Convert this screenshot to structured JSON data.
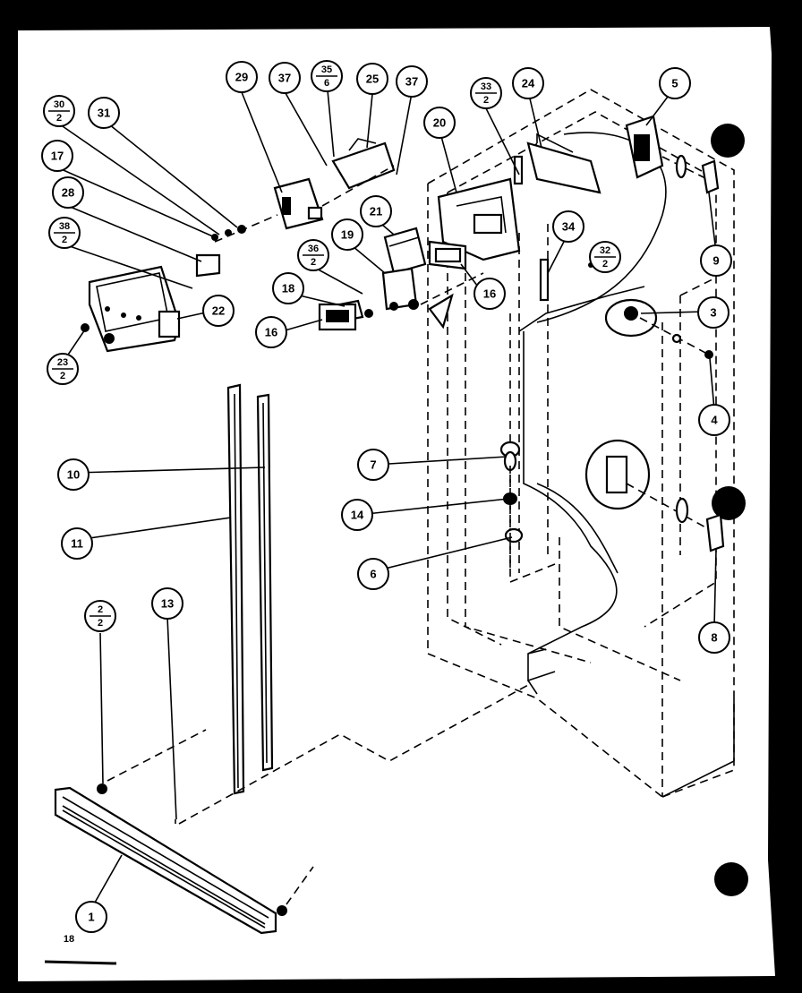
{
  "diagram": {
    "corner_label": "18",
    "callouts": [
      {
        "id": "c29",
        "text": "29"
      },
      {
        "id": "c37a",
        "text": "37"
      },
      {
        "id": "c35",
        "num": "35",
        "den": "6"
      },
      {
        "id": "c25",
        "text": "25"
      },
      {
        "id": "c37b",
        "text": "37"
      },
      {
        "id": "c30",
        "num": "30",
        "den": "2"
      },
      {
        "id": "c31",
        "text": "31"
      },
      {
        "id": "c17",
        "text": "17"
      },
      {
        "id": "c28",
        "text": "28"
      },
      {
        "id": "c38",
        "num": "38",
        "den": "2"
      },
      {
        "id": "c22",
        "text": "22"
      },
      {
        "id": "c23",
        "num": "23",
        "den": "2"
      },
      {
        "id": "c33",
        "num": "33",
        "den": "2"
      },
      {
        "id": "c24",
        "text": "24"
      },
      {
        "id": "c20",
        "text": "20"
      },
      {
        "id": "c5",
        "text": "5"
      },
      {
        "id": "c21",
        "text": "21"
      },
      {
        "id": "c19",
        "text": "19"
      },
      {
        "id": "c36",
        "num": "36",
        "den": "2"
      },
      {
        "id": "c18",
        "text": "18"
      },
      {
        "id": "c16a",
        "text": "16"
      },
      {
        "id": "c16b",
        "text": "16"
      },
      {
        "id": "c34",
        "text": "34"
      },
      {
        "id": "c32",
        "num": "32",
        "den": "2"
      },
      {
        "id": "c9",
        "text": "9"
      },
      {
        "id": "c3",
        "text": "3"
      },
      {
        "id": "c4",
        "text": "4"
      },
      {
        "id": "c10",
        "text": "10"
      },
      {
        "id": "c11",
        "text": "11"
      },
      {
        "id": "c7",
        "text": "7"
      },
      {
        "id": "c14",
        "text": "14"
      },
      {
        "id": "c6",
        "text": "6"
      },
      {
        "id": "c8",
        "text": "8"
      },
      {
        "id": "c2",
        "num": "2",
        "den": "2"
      },
      {
        "id": "c13",
        "text": "13"
      },
      {
        "id": "c1",
        "text": "1"
      }
    ]
  }
}
